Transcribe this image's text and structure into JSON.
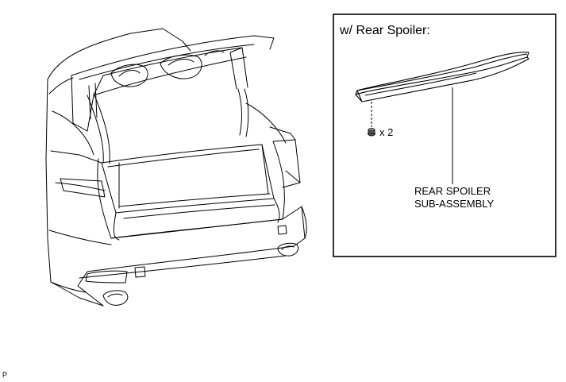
{
  "inset": {
    "title": "w/ Rear Spoiler:",
    "quantity_label": "x 2",
    "part_label_line1": "REAR SPOILER",
    "part_label_line2": "SUB-ASSEMBLY"
  },
  "corner_code": "P",
  "colors": {
    "line": "#000000",
    "background": "#ffffff",
    "fastener": "#555555"
  }
}
